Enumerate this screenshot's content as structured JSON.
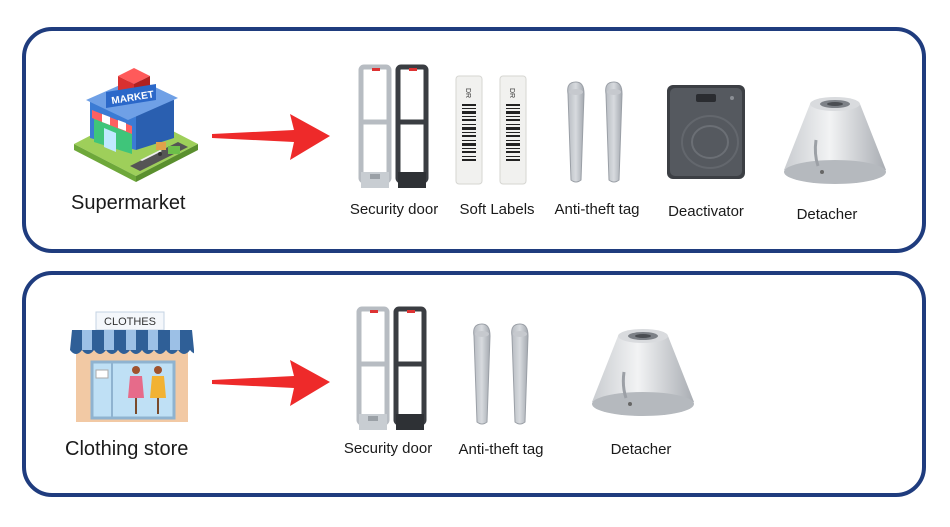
{
  "sections": [
    {
      "store": {
        "label": "Supermarket",
        "sign": "MARKET"
      },
      "items": [
        {
          "label": "Security door"
        },
        {
          "label": "Soft Labels"
        },
        {
          "label": "Anti-theft tag"
        },
        {
          "label": "Deactivator"
        },
        {
          "label": "Detacher"
        }
      ]
    },
    {
      "store": {
        "label": "Clothing store",
        "sign": "CLOTHES"
      },
      "items": [
        {
          "label": "Security door"
        },
        {
          "label": "Anti-theft tag"
        },
        {
          "label": "Detacher"
        }
      ]
    }
  ],
  "colors": {
    "border": "#1f3c7e",
    "arrow": "#ee2a2a"
  }
}
